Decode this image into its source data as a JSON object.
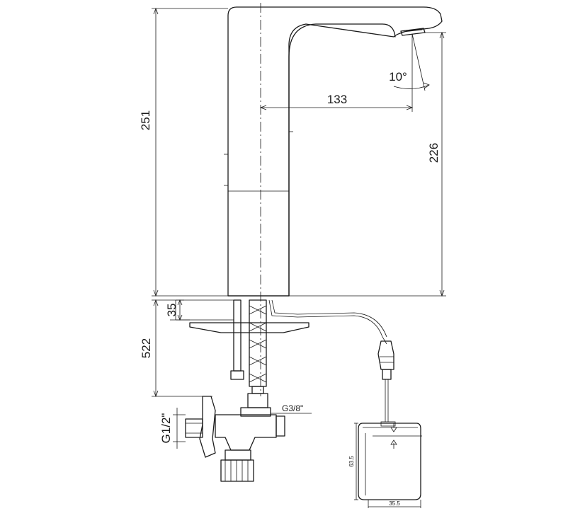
{
  "dimensions": {
    "total_height": "251",
    "spout_reach": "133",
    "spout_height": "226",
    "spout_angle": "10°",
    "deck_thickness": "35",
    "under_deck_length": "522",
    "inlet_thread": "G1/2\"",
    "hose_thread": "G3/8\"",
    "box_height": "63.5",
    "box_width": "35.5"
  }
}
